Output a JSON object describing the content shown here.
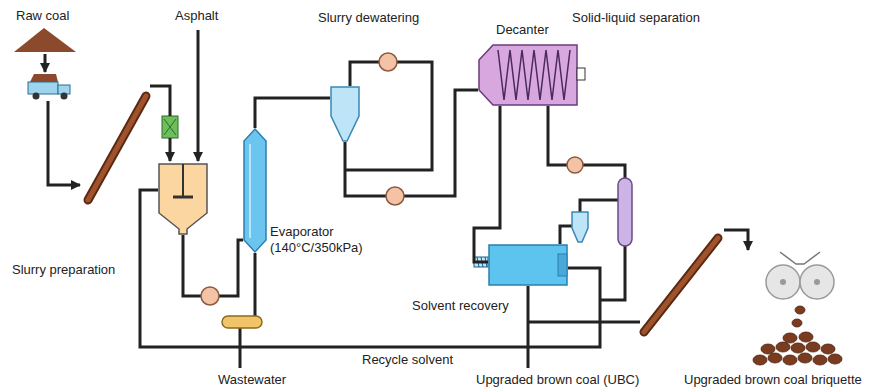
{
  "diagram": {
    "nodes": [
      {
        "text": [
          "Slurry preparation"
        ]
      },
      {
        "text": [
          "Evaporator (140°C/350kPa)"
        ]
      },
      {
        "text": [
          "Slurry dewatering"
        ]
      },
      {
        "text": [
          "Decanter"
        ]
      },
      {
        "text": [
          "Solvent recovery"
        ]
      }
    ],
    "edges": [
      {
        "from": 0,
        "to": 1,
        "arrow": "none"
      },
      {
        "from": 1,
        "to": 2,
        "arrow": "none"
      },
      {
        "from": 2,
        "to": 3,
        "arrow": "none"
      },
      {
        "from": 3,
        "to": 4,
        "arrow": "none"
      },
      {
        "from": 4,
        "to": 0,
        "arrow": "none"
      }
    ],
    "labels": [
      "Raw coal",
      "Asphalt",
      "Solid-liquid separation",
      "Recycle solvent",
      "Wastewater",
      "Upgraded brown coal (UBC)",
      "Upgraded brown coal briquette"
    ]
  }
}
